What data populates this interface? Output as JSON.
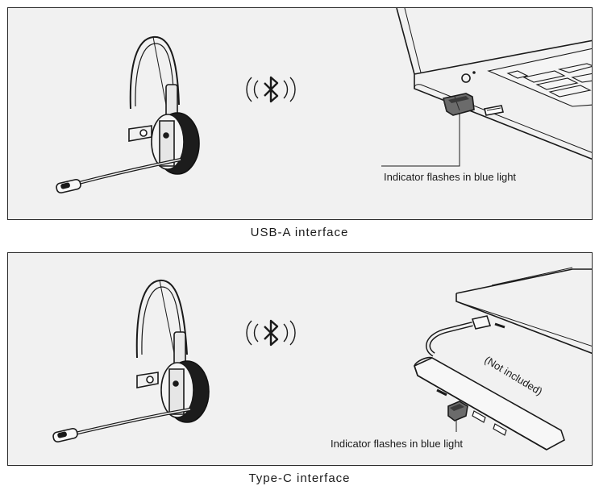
{
  "panels": [
    {
      "id": "usb-a",
      "indicator_label": "Indicator flashes in blue light",
      "caption": "USB-A interface"
    },
    {
      "id": "type-c",
      "indicator_label": "Indicator flashes in blue light",
      "hub_note": "(Not included)",
      "caption": "Type-C interface"
    }
  ],
  "icons": {
    "pairing": "bluetooth-icon",
    "device": "headset-icon"
  }
}
